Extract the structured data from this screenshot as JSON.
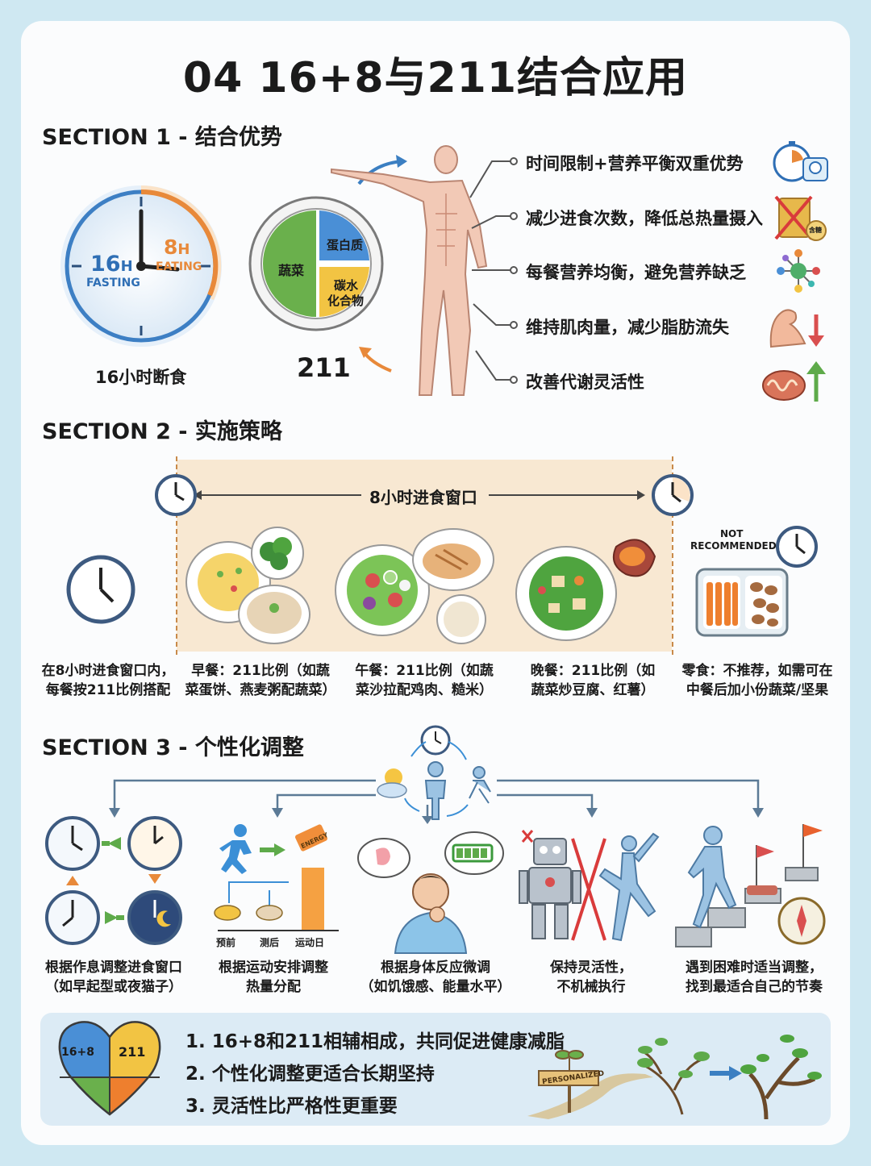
{
  "title": "04 16+8与211结合应用",
  "sections": {
    "s1": "SECTION 1 - 结合优势",
    "s2": "SECTION 2 - 实施策略",
    "s3": "SECTION 3 - 个性化调整"
  },
  "section1": {
    "clock": {
      "fasting_num": "16",
      "fasting_unit": "H",
      "fasting_word": "FASTING",
      "eating_num": "8",
      "eating_unit": "H",
      "eating_word": "EATING",
      "caption": "16小时断食"
    },
    "plate": {
      "veg": "蔬菜",
      "protein": "蛋白质",
      "carb_1": "碳水",
      "carb_2": "化合物",
      "label": "211"
    },
    "benefits": [
      "时间限制+营养平衡双重优势",
      "减少进食次数，降低总热量摄入",
      "每餐营养均衡，避免营养缺乏",
      "维持肌肉量，减少脂肪流失",
      "改善代谢灵活性"
    ],
    "icon_tag": "含糖"
  },
  "section2": {
    "window_label": "8小时进食窗口",
    "not_recommended": [
      "NOT",
      "RECOMMENDED"
    ],
    "captions": [
      [
        "在8小时进食窗口内，",
        "每餐按211比例搭配"
      ],
      [
        "早餐：211比例（如蔬",
        "菜蛋饼、燕麦粥配蔬菜）"
      ],
      [
        "午餐：211比例（如蔬",
        "菜沙拉配鸡肉、糙米）"
      ],
      [
        "晚餐：211比例（如",
        "蔬菜炒豆腐、红薯）"
      ],
      [
        "零食：不推荐，如需可在",
        "中餐后加小份蔬菜/坚果"
      ]
    ]
  },
  "section3": {
    "energy": "ENERGY",
    "bar_labels": [
      "预前",
      "测后",
      "运动日"
    ],
    "captions": [
      [
        "根据作息调整进食窗口",
        "（如早起型或夜猫子）"
      ],
      [
        "根据运动安排调整",
        "热量分配"
      ],
      [
        "根据身体反应微调",
        "（如饥饿感、能量水平）"
      ],
      [
        "保持灵活性，",
        "不机械执行"
      ],
      [
        "遇到困难时适当调整，",
        "找到最适合自己的节奏"
      ]
    ]
  },
  "summary": {
    "heart_left": "16+8",
    "heart_right": "211",
    "points": [
      "1. 16+8和211相辅相成，共同促进健康减脂",
      "2. 个性化调整更适合长期坚持",
      "3. 灵活性比严格性更重要"
    ],
    "sign": "PERSONALIZED"
  },
  "colors": {
    "fasting": "#2f6fb5",
    "eating": "#e8893a",
    "veg": "#6ab04c",
    "protein": "#4a8fd6",
    "carb": "#f2c443",
    "window_bg": "#f8e8d2"
  }
}
